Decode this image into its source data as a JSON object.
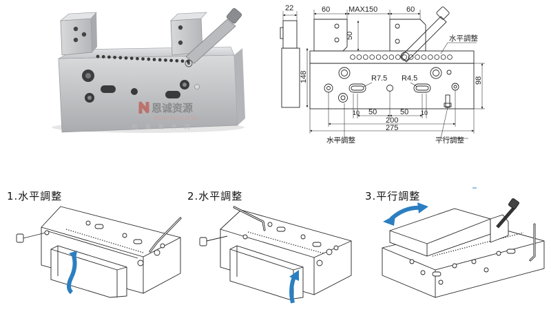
{
  "watermark": {
    "brand": "恩诚资源",
    "url": "www.sczy.com",
    "slogan": "机床附件网"
  },
  "drawing": {
    "dims": {
      "d22": "22",
      "d60_left": "60",
      "max150": "MAX150",
      "d60_right": "60",
      "d50_vert": "50",
      "d148": "148",
      "d98": "98",
      "r75": "R7.5",
      "r45": "R4.5",
      "d10_left": "10",
      "d50_a": "50",
      "d50_b": "50",
      "d10_right": "10",
      "d200": "200",
      "d275": "275"
    },
    "labels": {
      "top_level_adjust": "水平調整",
      "bottom_level_adjust": "水平調整",
      "parallel_adjust": "平行調整"
    }
  },
  "steps": [
    {
      "label": "1.水平調整"
    },
    {
      "label": "2.水平調整"
    },
    {
      "label": "3.平行調整"
    }
  ],
  "colors": {
    "steel": "#c9cbce",
    "outline": "#333333",
    "arrow": "#2b7fc0",
    "watermark_red": "#c0392b"
  }
}
